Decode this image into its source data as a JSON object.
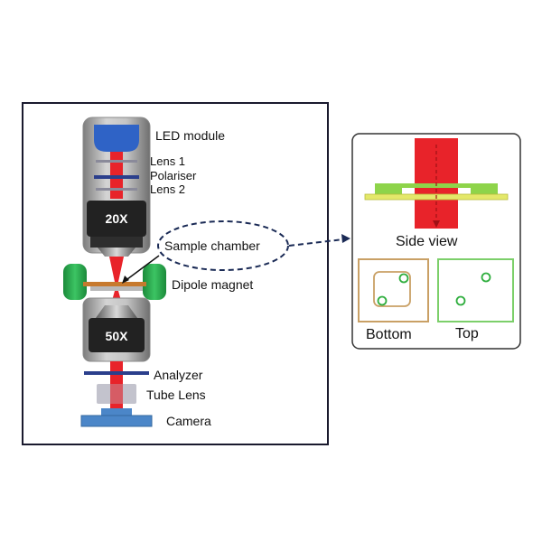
{
  "labels": {
    "led_module": "LED module",
    "lens1": "Lens 1",
    "polariser": "Polariser",
    "lens2": "Lens 2",
    "objective_top": "20X",
    "sample_chamber": "Sample chamber",
    "dipole_magnet": "Dipole magnet",
    "objective_bottom": "50X",
    "analyzer": "Analyzer",
    "tube_lens": "Tube Lens",
    "camera": "Camera",
    "side_view": "Side view",
    "bottom": "Bottom",
    "top": "Top"
  },
  "colors": {
    "beam": "#e8232a",
    "led": "#2f63c6",
    "polariser": "#2b3f8c",
    "magnet": "#26a84a",
    "sample": "#c77a2e",
    "stage": "#e4e86a",
    "chamber_green": "#8ed44a",
    "bottom_frame": "#c9a065",
    "top_frame": "#7ccf6a",
    "frame": "#1a1a2e",
    "camera": "#4b86c8"
  }
}
